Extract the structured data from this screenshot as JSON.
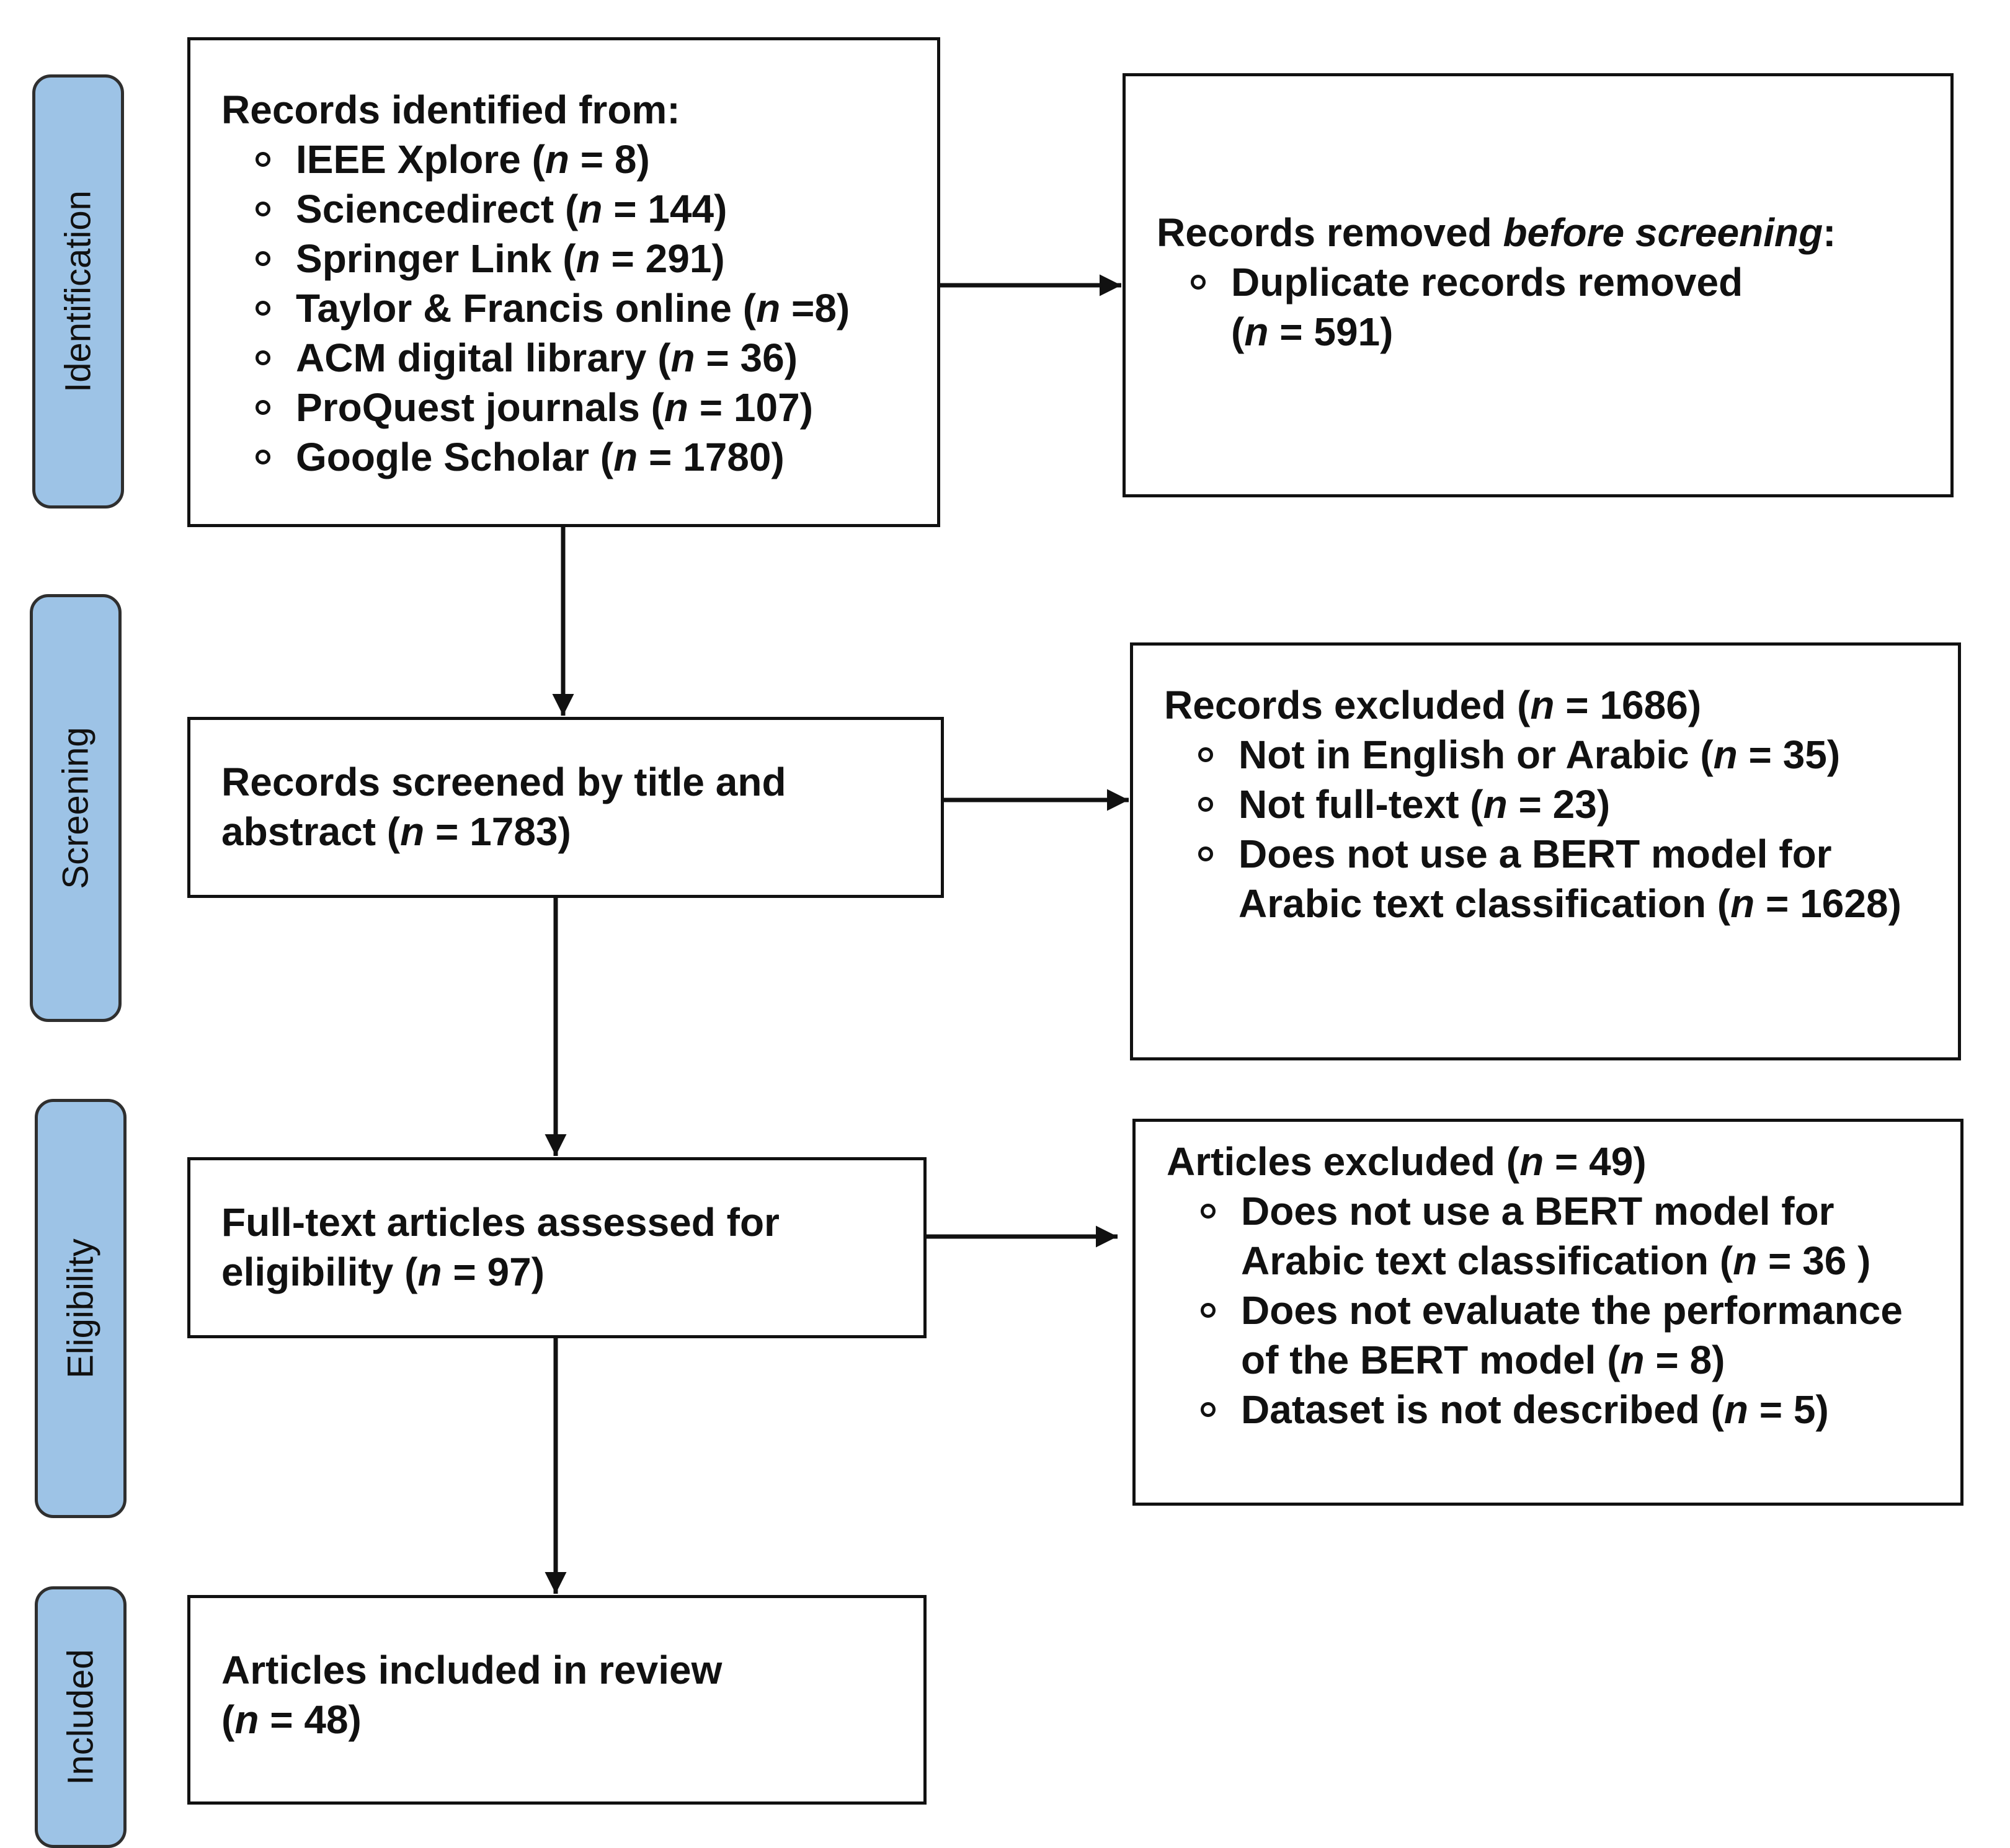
{
  "phases": {
    "identification": "Identification",
    "screening": "Screening",
    "eligibility": "Eligibility",
    "included": "Included"
  },
  "identified": {
    "heading": "Records identified from:",
    "sources": [
      {
        "name": "IEEE Xplore",
        "n": "8"
      },
      {
        "name": "Sciencedirect",
        "n": "144"
      },
      {
        "name": "Springer Link",
        "n": "291"
      },
      {
        "name": "Taylor & Francis online",
        "n": "8"
      },
      {
        "name": "ACM digital library",
        "n": "36"
      },
      {
        "name": "ProQuest journals",
        "n": "107"
      },
      {
        "name": "Google Scholar",
        "n": "1780"
      }
    ]
  },
  "removed": {
    "heading_prefix": "Records removed ",
    "heading_italic": "before screening",
    "heading_suffix": ":",
    "items": [
      {
        "text": "Duplicate records removed",
        "n": "591"
      }
    ]
  },
  "screened": {
    "text": "Records screened by title and abstract",
    "n": "1783"
  },
  "excluded_records": {
    "heading": "Records excluded",
    "n": "1686",
    "items": [
      {
        "text": "Not in English or Arabic",
        "n": "35"
      },
      {
        "text": "Not full-text",
        "n": "23"
      },
      {
        "text": "Does not use a BERT model for Arabic text classification",
        "n": "1628"
      }
    ]
  },
  "assessed": {
    "text": "Full-text articles assessed for eligibility",
    "n": "97"
  },
  "excluded_articles": {
    "heading": "Articles excluded",
    "n": "49",
    "items": [
      {
        "text": "Does not use a BERT model for Arabic text classification",
        "n": "36"
      },
      {
        "text": "Does not evaluate the performance of the BERT model",
        "n": "8"
      },
      {
        "text": "Dataset is not described",
        "n": "5"
      }
    ]
  },
  "included": {
    "text": "Articles included in review",
    "n": "48"
  },
  "n_symbol": "n",
  "colors": {
    "phase_fill": "#9dc3e6",
    "line": "#111111"
  }
}
